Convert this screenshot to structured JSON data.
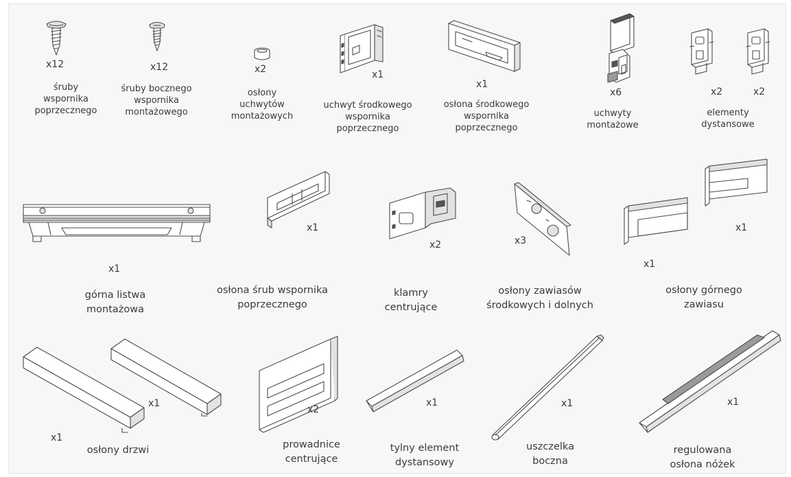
{
  "items": [
    {
      "name": "screw-crossbar",
      "qty": "x12",
      "label": "śruby\nwspornika\npoprzecznego"
    },
    {
      "name": "screw-side-bracket",
      "qty": "x12",
      "label": "śruby bocznego\nwspornika\nmontażowego"
    },
    {
      "name": "bracket-cover-cap",
      "qty": "x2",
      "label": "osłony\nuchwytów\nmontażowych"
    },
    {
      "name": "center-crossbar-holder",
      "qty": "x1",
      "label": "uchwyt środkowego\nwspornika\npoprzecznego"
    },
    {
      "name": "center-crossbar-cover",
      "qty": "x1",
      "label": "osłona środkowego\nwspornika\npoprzecznego"
    },
    {
      "name": "mounting-bracket",
      "qty": "x6",
      "label": "uchwyty\nmontażowe"
    },
    {
      "name": "spacer-elements",
      "qty": "x2",
      "qty2": "x2",
      "label": "elementy\ndystansowe"
    },
    {
      "name": "top-mounting-rail",
      "qty": "x1",
      "label": "górna listwa\nmontażowa"
    },
    {
      "name": "crossbar-screw-cover",
      "qty": "x1",
      "label": "osłona śrub wspornika\npoprzecznego"
    },
    {
      "name": "centering-clamps",
      "qty": "x2",
      "label": "klamry\ncentrujące"
    },
    {
      "name": "hinge-covers-mid-bottom",
      "qty": "x3",
      "label": "osłony zawiasów\nśrodkowych i dolnych"
    },
    {
      "name": "top-hinge-covers",
      "qty": "x1",
      "qty2": "x1",
      "label": "osłony górnego\nzawiasu"
    },
    {
      "name": "door-covers",
      "qty": "x1",
      "qty2": "x1",
      "label": "osłony drzwi"
    },
    {
      "name": "centering-guides",
      "qty": "x2",
      "label": "prowadnice\ncentrujące"
    },
    {
      "name": "rear-spacer",
      "qty": "x1",
      "label": "tylny element\ndystansowy"
    },
    {
      "name": "side-seal",
      "qty": "x1",
      "label": "uszczelka\nboczna"
    },
    {
      "name": "adjustable-foot-cover",
      "qty": "x1",
      "label": "regulowana osłona nóżek"
    }
  ]
}
